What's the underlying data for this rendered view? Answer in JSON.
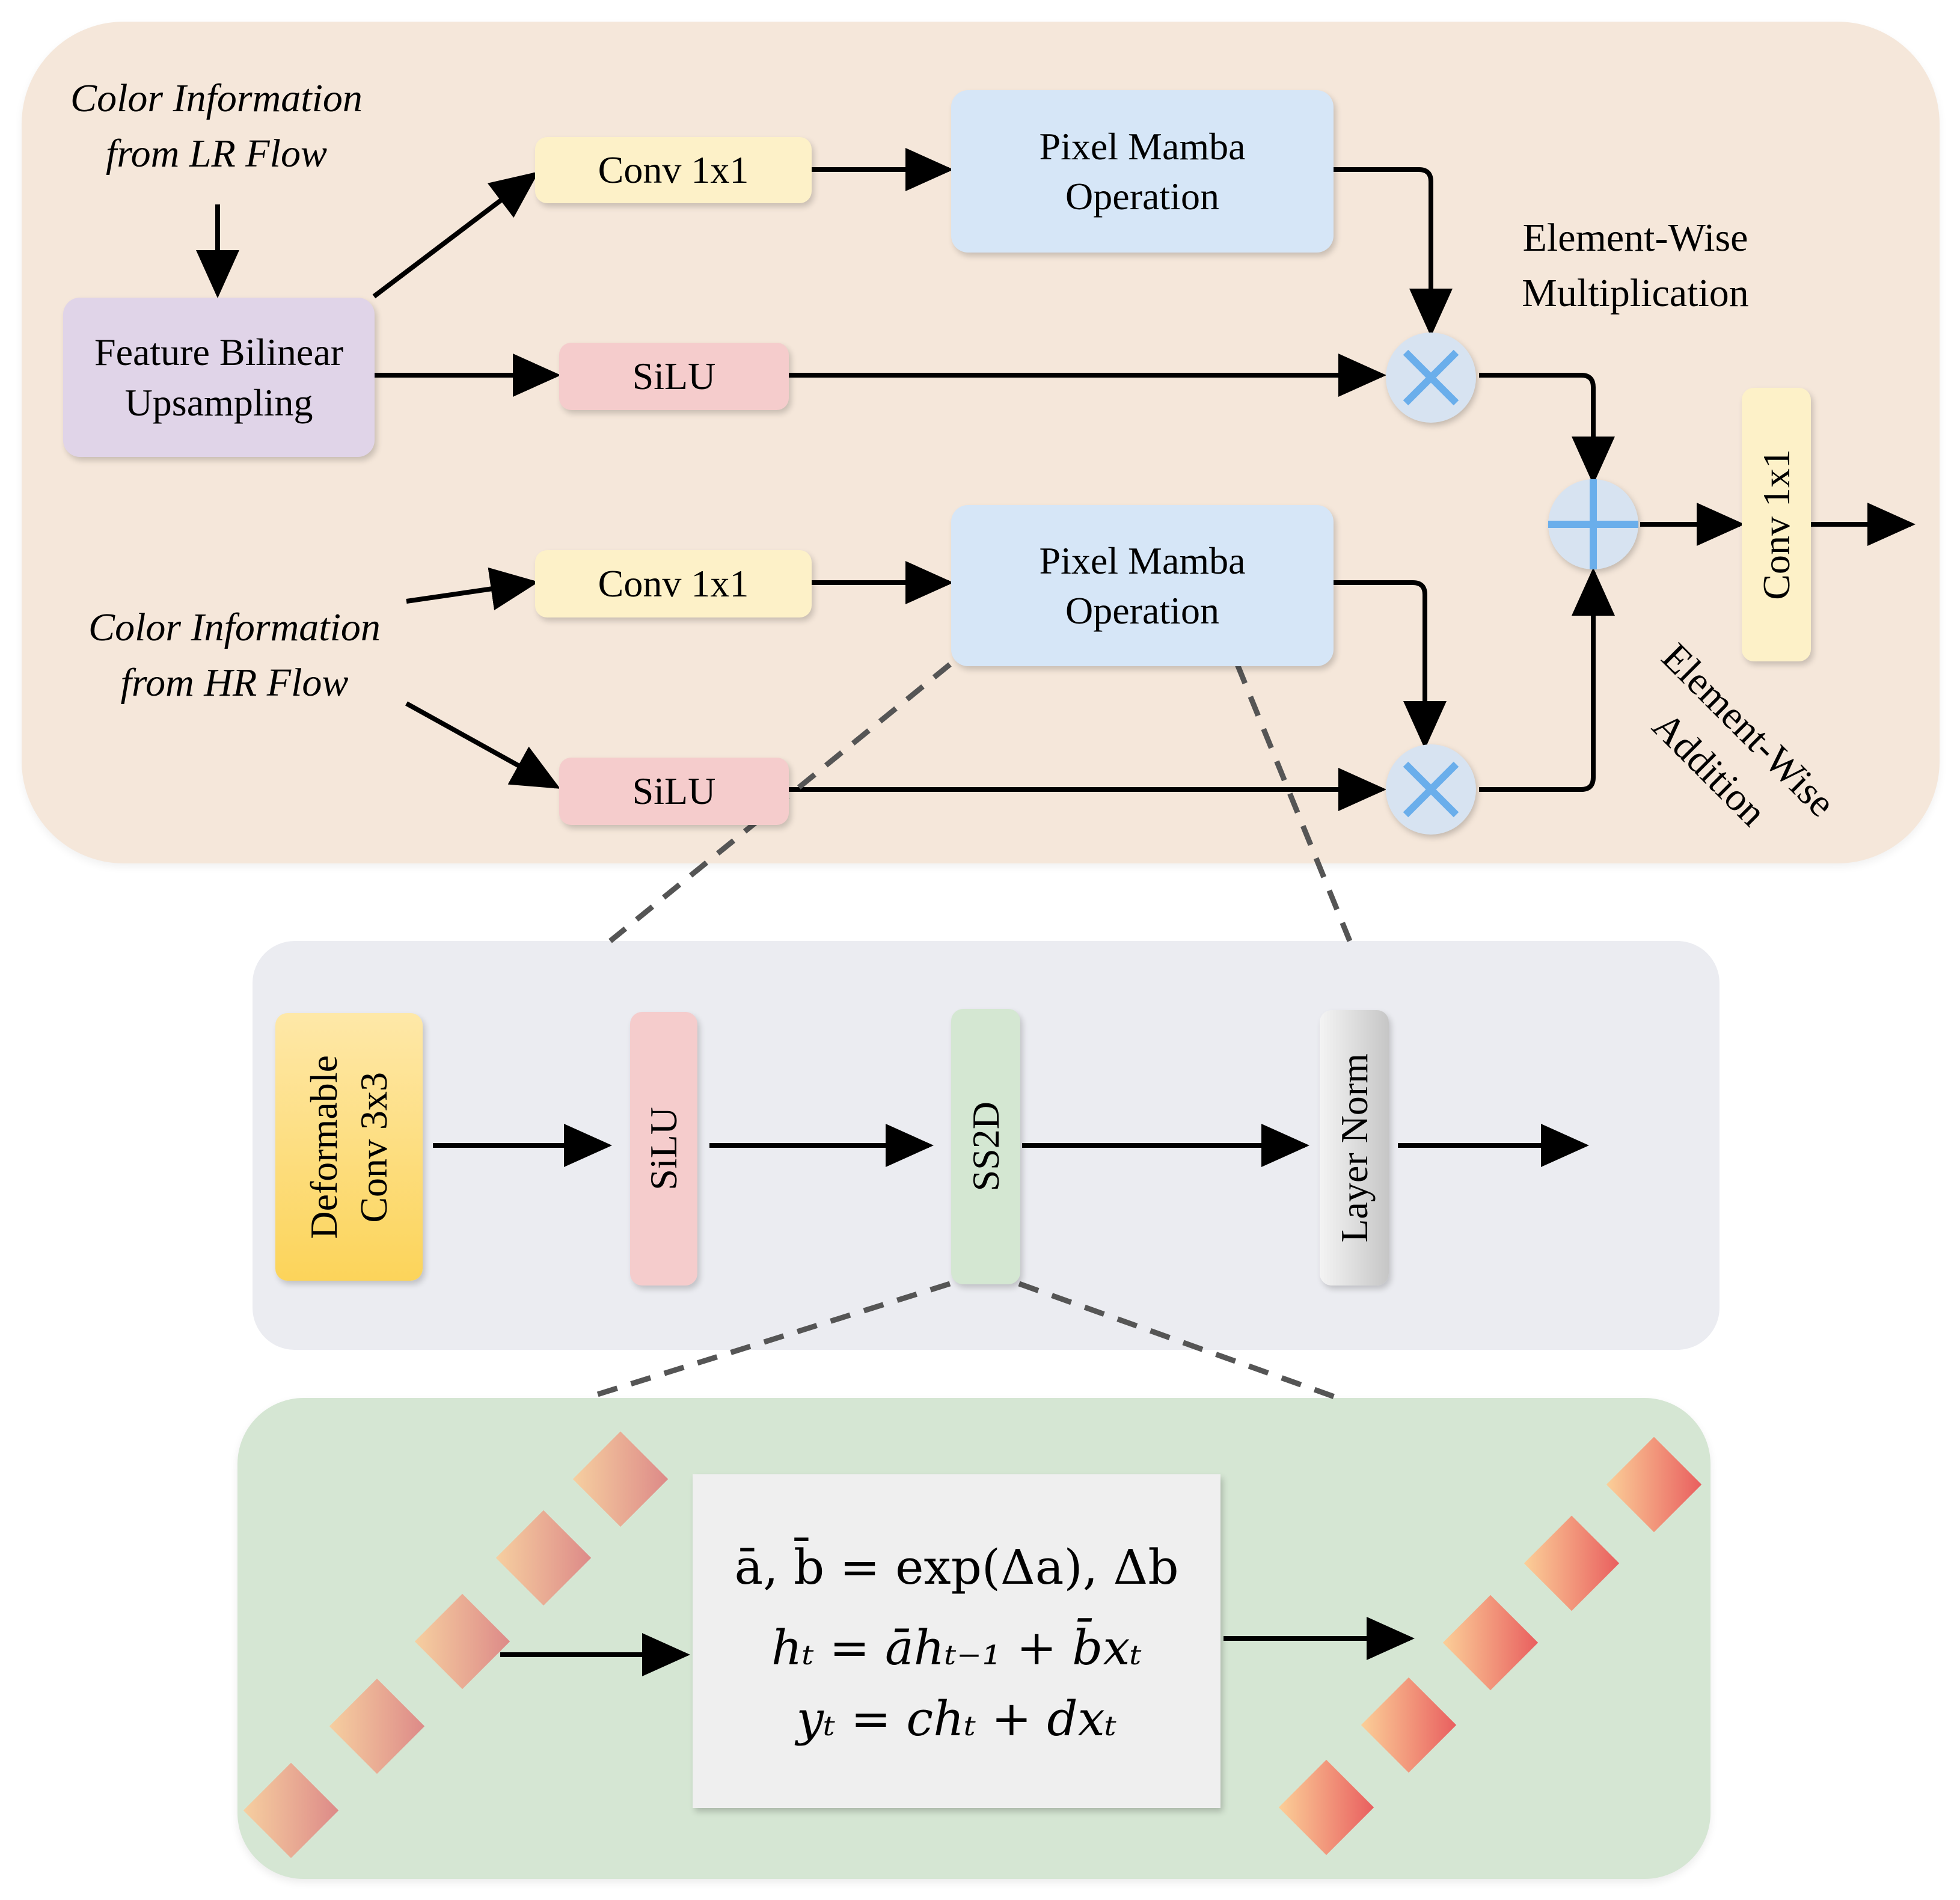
{
  "top_panel": {
    "input_lr": "Color Information\nfrom LR Flow",
    "input_hr": "Color Information\nfrom HR Flow",
    "upsample": "Feature Bilinear\nUpsampling",
    "conv_top": "Conv 1x1",
    "silu_top": "SiLU",
    "mamba_top": "Pixel Mamba\nOperation",
    "conv_bottom": "Conv 1x1",
    "silu_bottom": "SiLU",
    "mamba_bottom": "Pixel Mamba\nOperation",
    "mult_label": "Element-Wise\nMultiplication",
    "add_label": "Element-Wise\nAddition",
    "conv_out": "Conv 1x1",
    "operator_color": "#6aaeeb"
  },
  "middle_panel": {
    "deformable": "Deformable\nConv 3x3",
    "silu": "SiLU",
    "ss2d": "SS2D",
    "layer_norm": "Layer Norm"
  },
  "bottom_panel": {
    "equations": [
      "ā, b̄ = exp(Δa), Δb",
      "hₜ = āhₜ₋₁ + b̄xₜ",
      "yₜ = chₜ + dxₜ"
    ]
  }
}
